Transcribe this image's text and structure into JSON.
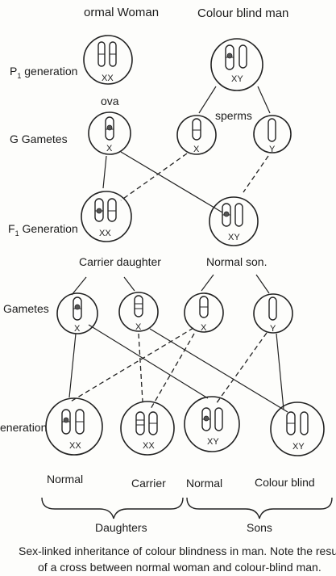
{
  "headers": {
    "normal_woman": "ormal Woman",
    "colour_blind_man": "Colour blind man"
  },
  "rows": {
    "p1_generation": "P",
    "p1_subscript": "1",
    "p1_suffix": " generation",
    "g_gametes": "G Gametes",
    "f1_generation": "F",
    "f1_subscript": "1",
    "f1_suffix": "  Generation",
    "gametes": "Gametes",
    "f2_generation": "eneration"
  },
  "labels": {
    "ova": "ova",
    "sperms": "sperms",
    "carrier_daughter": "Carrier daughter",
    "normal_son": "Normal son.",
    "normal_daughter": "Normal",
    "carrier": "Carrier",
    "normal_son_f2": "Normal",
    "colour_blind": "Colour blind",
    "daughters": "Daughters",
    "sons": "Sons"
  },
  "genotypes": {
    "p1_woman": "XX",
    "p1_man": "XY",
    "g_ova": "X",
    "g_sperm_x": "X",
    "g_sperm_y": "Y",
    "f1_daughter": "XX",
    "f1_son": "XY",
    "g2_x1": "X",
    "g2_x2": "X",
    "g2_x3": "X",
    "g2_y": "Y",
    "f2_1": "XX",
    "f2_2": "XX",
    "f2_3": "XY",
    "f2_4": "XY"
  },
  "caption": {
    "line1": "Sex-linked inheritance of colour blindness in man.  Note the result",
    "line2": "of a cross between normal woman and colour-blind man."
  }
}
